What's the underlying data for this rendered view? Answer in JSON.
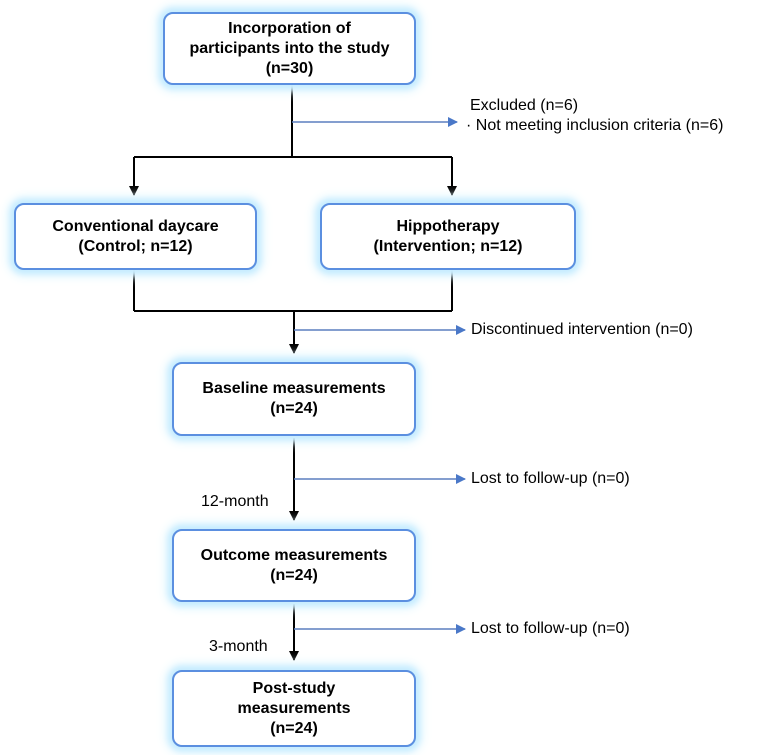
{
  "nodes": {
    "incorporation": {
      "lines": [
        "Incorporation of",
        "participants into the study",
        "(n=30)"
      ]
    },
    "conventional": {
      "lines": [
        "Conventional daycare",
        "(Control; n=12)"
      ]
    },
    "hippotherapy": {
      "lines": [
        "Hippotherapy",
        "(Intervention; n=12)"
      ]
    },
    "baseline": {
      "lines": [
        "Baseline measurements",
        "(n=24)"
      ]
    },
    "outcome": {
      "lines": [
        "Outcome measurements",
        "(n=24)"
      ]
    },
    "poststudy": {
      "lines": [
        "Post-study",
        "measurements",
        "(n=24)"
      ]
    }
  },
  "side_notes": {
    "excluded": {
      "lines": [
        "Excluded (n=6)",
        "· Not meeting inclusion criteria (n=6)"
      ]
    },
    "discontinued": {
      "text": "Discontinued intervention (n=0)"
    },
    "lost1": {
      "text": "Lost to follow-up (n=0)"
    },
    "lost2": {
      "text": "Lost to follow-up (n=0)"
    }
  },
  "flow_labels": {
    "twelve_month": "12-month",
    "three_month": "3-month"
  },
  "colors": {
    "box_border": "#5b8fe0",
    "box_glow": "#c6ecff",
    "side_arrow": "#5b7fbf",
    "main_arrow": "#000000"
  }
}
